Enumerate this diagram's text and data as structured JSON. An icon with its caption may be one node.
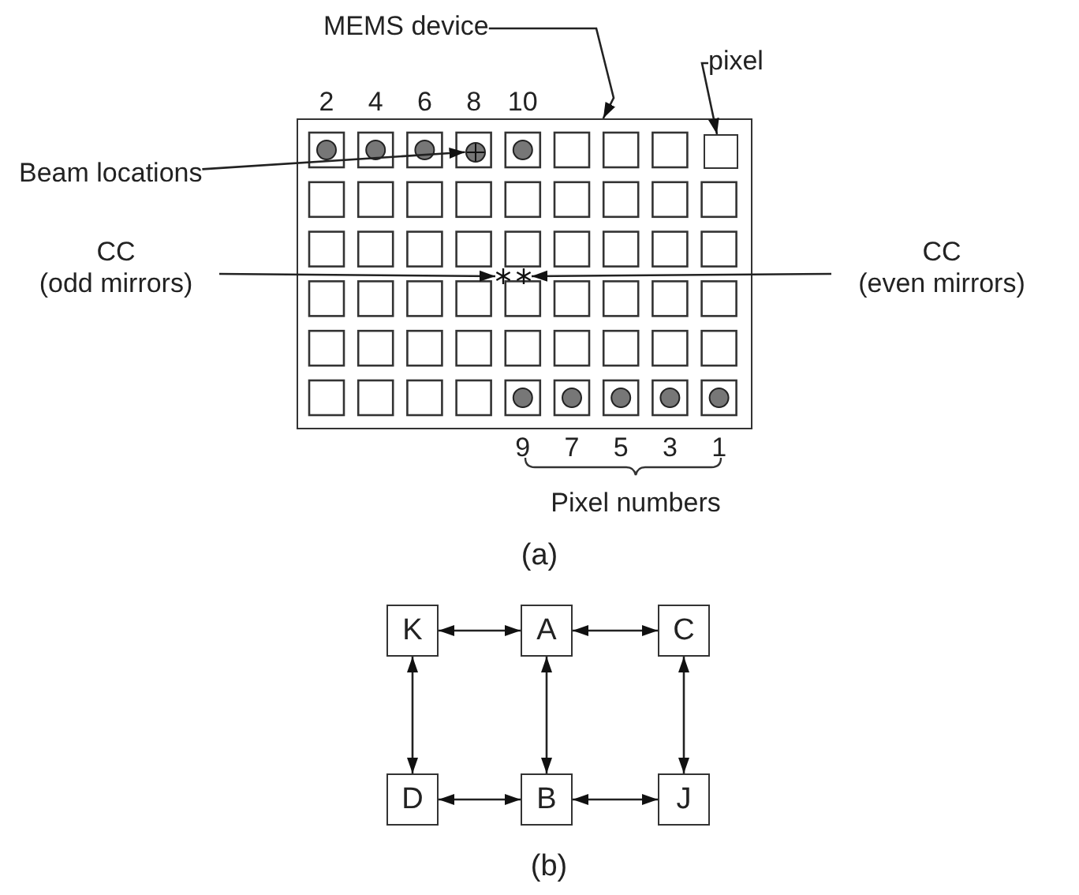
{
  "diagram": {
    "nodes": [
      {
        "text": [
          "MEMS device"
        ]
      },
      {
        "text": [],
        "shape": "box"
      },
      {
        "text": [
          "pixel"
        ]
      },
      {
        "text": [],
        "shape": "box",
        "in": 1
      },
      {
        "text": [
          "Beam locations"
        ]
      },
      {
        "text": [],
        "shape": "circle",
        "in": 1
      },
      {
        "text": [
          "CC (odd mirrors)"
        ]
      },
      {
        "text": [],
        "shape": "star",
        "in": 1
      },
      {
        "text": [
          "CC (even mirrors)"
        ]
      },
      {
        "text": [],
        "shape": "star",
        "in": 1
      },
      {
        "text": [
          "K"
        ]
      },
      {
        "text": [
          "A"
        ]
      },
      {
        "text": [
          "C"
        ]
      },
      {
        "text": [
          "D"
        ]
      },
      {
        "text": [
          "B"
        ]
      },
      {
        "text": [
          "J"
        ]
      }
    ],
    "edges": [
      {
        "from": 0,
        "to": 1,
        "arrow": "to"
      },
      {
        "from": 2,
        "to": 3,
        "arrow": "to"
      },
      {
        "from": 4,
        "to": 5,
        "arrow": "to"
      },
      {
        "from": 6,
        "to": 7,
        "arrow": "to"
      },
      {
        "from": 8,
        "to": 9,
        "arrow": "to"
      },
      {
        "from": 10,
        "to": 11,
        "arrow": "both"
      },
      {
        "from": 11,
        "to": 12,
        "arrow": "both"
      },
      {
        "from": 10,
        "to": 13,
        "arrow": "both"
      },
      {
        "from": 11,
        "to": 14,
        "arrow": "both"
      },
      {
        "from": 12,
        "to": 15,
        "arrow": "both"
      },
      {
        "from": 13,
        "to": 14,
        "arrow": "both"
      },
      {
        "from": 14,
        "to": 15,
        "arrow": "both"
      }
    ],
    "labels": [
      "2",
      "4",
      "6",
      "8",
      "10",
      "9",
      "7",
      "5",
      "3",
      "1",
      "Pixel numbers",
      "(a)",
      "(b)"
    ]
  }
}
